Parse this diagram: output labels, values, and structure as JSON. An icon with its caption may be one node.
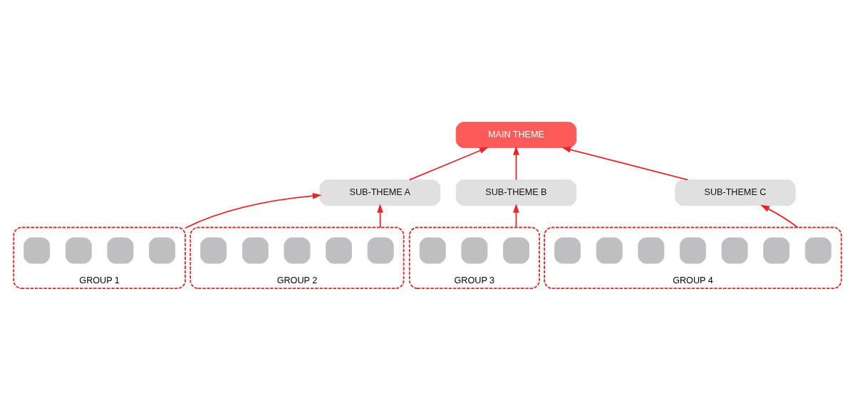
{
  "diagram": {
    "nodes": [
      {
        "text": [
          "MAIN THEME"
        ]
      },
      {
        "text": [
          "SUB-THEME A"
        ]
      },
      {
        "text": [
          "SUB-THEME B"
        ]
      },
      {
        "text": [
          "SUB-THEME C"
        ]
      },
      {
        "text": [
          "GROUP 1"
        ]
      },
      {
        "text": [],
        "shape": "box",
        "in": 4
      },
      {
        "text": [],
        "shape": "box",
        "in": 4
      },
      {
        "text": [],
        "shape": "box",
        "in": 4
      },
      {
        "text": [],
        "shape": "box",
        "in": 4
      },
      {
        "text": [
          "GROUP 2"
        ]
      },
      {
        "text": [],
        "shape": "box",
        "in": 9
      },
      {
        "text": [],
        "shape": "box",
        "in": 9
      },
      {
        "text": [],
        "shape": "box",
        "in": 9
      },
      {
        "text": [],
        "shape": "box",
        "in": 9
      },
      {
        "text": [],
        "shape": "box",
        "in": 9
      },
      {
        "text": [
          "GROUP 3"
        ]
      },
      {
        "text": [],
        "shape": "box",
        "in": 15
      },
      {
        "text": [],
        "shape": "box",
        "in": 15
      },
      {
        "text": [],
        "shape": "box",
        "in": 15
      },
      {
        "text": [
          "GROUP 4"
        ]
      },
      {
        "text": [],
        "shape": "box",
        "in": 19
      },
      {
        "text": [],
        "shape": "box",
        "in": 19
      },
      {
        "text": [],
        "shape": "box",
        "in": 19
      },
      {
        "text": [],
        "shape": "box",
        "in": 19
      },
      {
        "text": [],
        "shape": "box",
        "in": 19
      },
      {
        "text": [],
        "shape": "box",
        "in": 19
      },
      {
        "text": [],
        "shape": "box",
        "in": 19
      }
    ],
    "edges": [
      {
        "from": 4,
        "to": 1,
        "arrow": "to"
      },
      {
        "from": 9,
        "to": 1,
        "arrow": "to"
      },
      {
        "from": 15,
        "to": 2,
        "arrow": "to"
      },
      {
        "from": 19,
        "to": 3,
        "arrow": "to"
      },
      {
        "from": 1,
        "to": 0,
        "arrow": "to"
      },
      {
        "from": 2,
        "to": 0,
        "arrow": "to"
      },
      {
        "from": 3,
        "to": 0,
        "arrow": "to"
      }
    ]
  }
}
